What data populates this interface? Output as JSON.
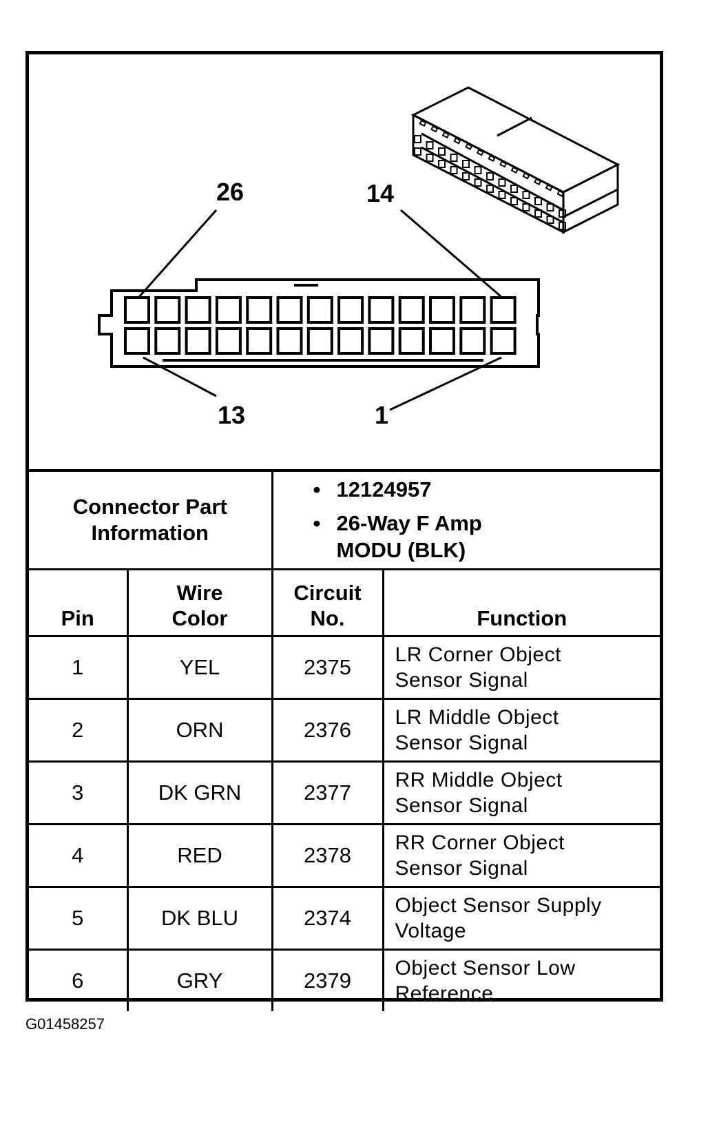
{
  "diagram": {
    "pin_labels": {
      "top_left": "26",
      "top_right": "14",
      "bottom_left": "13",
      "bottom_right": "1"
    },
    "cavity_rows": 2,
    "cavities_per_row": 13
  },
  "connector_info": {
    "label_line1": "Connector Part",
    "label_line2": "Information",
    "items": [
      {
        "line1": "12124957",
        "line2": ""
      },
      {
        "line1": "26-Way F Amp",
        "line2": "MODU (BLK)"
      }
    ]
  },
  "table": {
    "headers": {
      "pin": "Pin",
      "wire_color_1": "Wire",
      "wire_color_2": "Color",
      "circuit_1": "Circuit",
      "circuit_2": "No.",
      "function": "Function"
    },
    "rows": [
      {
        "pin": "1",
        "wire": "YEL",
        "circuit": "2375",
        "fn1": "LR Corner Object",
        "fn2": "Sensor Signal"
      },
      {
        "pin": "2",
        "wire": "ORN",
        "circuit": "2376",
        "fn1": "LR Middle Object",
        "fn2": "Sensor Signal"
      },
      {
        "pin": "3",
        "wire": "DK GRN",
        "circuit": "2377",
        "fn1": "RR Middle Object",
        "fn2": "Sensor Signal"
      },
      {
        "pin": "4",
        "wire": "RED",
        "circuit": "2378",
        "fn1": "RR Corner Object",
        "fn2": "Sensor Signal"
      },
      {
        "pin": "5",
        "wire": "DK BLU",
        "circuit": "2374",
        "fn1": "Object Sensor Supply",
        "fn2": "Voltage"
      },
      {
        "pin": "6",
        "wire": "GRY",
        "circuit": "2379",
        "fn1": "Object Sensor Low",
        "fn2": "Reference"
      }
    ]
  },
  "figure_id": "G01458257"
}
